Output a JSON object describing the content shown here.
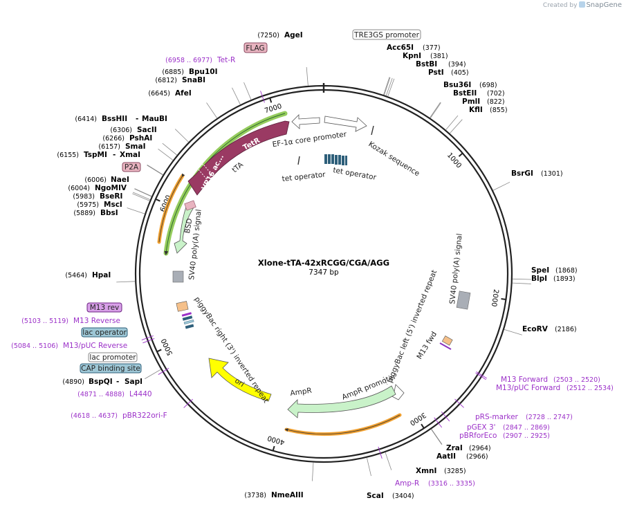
{
  "app": {
    "created_by": "Created by",
    "brand": "SnapGene"
  },
  "plasmid": {
    "name": "Xlone-tTA-42xRCGG/CGA/AGG",
    "length": 7347,
    "length_label": "7347 bp"
  },
  "ticks": [
    {
      "pos": 1000,
      "label": "1000"
    },
    {
      "pos": 2000,
      "label": "2000"
    },
    {
      "pos": 3000,
      "label": "3000"
    },
    {
      "pos": 4000,
      "label": "4000"
    },
    {
      "pos": 5000,
      "label": "5000"
    },
    {
      "pos": 6000,
      "label": "6000"
    },
    {
      "pos": 7000,
      "label": "7000"
    }
  ],
  "sites": [
    {
      "pos": 377,
      "name": "Acc65I",
      "pos_label": "(377)"
    },
    {
      "pos": 381,
      "name": "KpnI",
      "pos_label": "(381)"
    },
    {
      "pos": 394,
      "name": "BstBI",
      "pos_label": "(394)"
    },
    {
      "pos": 405,
      "name": "PstI",
      "pos_label": "(405)"
    },
    {
      "pos": 698,
      "name": "Bsu36I",
      "pos_label": "(698)"
    },
    {
      "pos": 702,
      "name": "BstEII",
      "pos_label": "(702)"
    },
    {
      "pos": 822,
      "name": "PmlI",
      "pos_label": "(822)"
    },
    {
      "pos": 855,
      "name": "KflI",
      "pos_label": "(855)"
    },
    {
      "pos": 1301,
      "name": "BsrGI",
      "pos_label": "(1301)"
    },
    {
      "pos": 1868,
      "name": "SpeI",
      "pos_label": "(1868)"
    },
    {
      "pos": 1893,
      "name": "BlpI",
      "pos_label": "(1893)"
    },
    {
      "pos": 2186,
      "name": "EcoRV",
      "pos_label": "(2186)"
    },
    {
      "pos": 2964,
      "name": "ZraI",
      "pos_label": "(2964)"
    },
    {
      "pos": 2966,
      "name": "AatII",
      "pos_label": "(2966)"
    },
    {
      "pos": 3285,
      "name": "XmnI",
      "pos_label": "(3285)"
    },
    {
      "pos": 3404,
      "name": "ScaI",
      "pos_label": "(3404)"
    },
    {
      "pos": 3738,
      "name": "NmeAIII",
      "pos_label": "(3738)"
    },
    {
      "pos": 4890,
      "name": "BspQI",
      "extra": "SapI",
      "pos_label": "(4890)"
    },
    {
      "pos": 5464,
      "name": "HpaI",
      "pos_label": "(5464)"
    },
    {
      "pos": 5889,
      "name": "BbsI",
      "pos_label": "(5889)"
    },
    {
      "pos": 5975,
      "name": "MscI",
      "pos_label": "(5975)"
    },
    {
      "pos": 5983,
      "name": "BseRI",
      "pos_label": "(5983)"
    },
    {
      "pos": 6004,
      "name": "NgoMIV",
      "pos_label": "(6004)"
    },
    {
      "pos": 6006,
      "name": "NaeI",
      "pos_label": "(6006)"
    },
    {
      "pos": 6155,
      "name": "TspMI",
      "extra": "XmaI",
      "pos_label": "(6155)"
    },
    {
      "pos": 6157,
      "name": "SmaI",
      "pos_label": "(6157)"
    },
    {
      "pos": 6266,
      "name": "PshAI",
      "pos_label": "(6266)"
    },
    {
      "pos": 6306,
      "name": "SacII",
      "pos_label": "(6306)"
    },
    {
      "pos": 6414,
      "name": "BssHII",
      "extra": "MauBI",
      "pos_label": "(6414)"
    },
    {
      "pos": 6645,
      "name": "AfeI",
      "pos_label": "(6645)"
    },
    {
      "pos": 6812,
      "name": "SnaBI",
      "pos_label": "(6812)"
    },
    {
      "pos": 6885,
      "name": "Bpu10I",
      "pos_label": "(6885)"
    },
    {
      "pos": 7250,
      "name": "AgeI",
      "pos_label": "(7250)"
    }
  ],
  "primers": [
    {
      "pos": 2503,
      "name": "M13 Forward",
      "range": "(2503 .. 2520)"
    },
    {
      "pos": 2512,
      "name": "M13/pUC Forward",
      "range": "(2512 .. 2534)"
    },
    {
      "pos": 2728,
      "name": "pRS-marker",
      "range": "(2728 .. 2747)"
    },
    {
      "pos": 2847,
      "name": "pGEX 3'",
      "range": "(2847 .. 2869)"
    },
    {
      "pos": 2907,
      "name": "pBRforEco",
      "range": "(2907 .. 2925)"
    },
    {
      "pos": 3316,
      "name": "Amp-R",
      "range": "(3316 .. 3335)"
    },
    {
      "pos": 4618,
      "name": "pBR322ori-F",
      "range": "(4618 .. 4637)"
    },
    {
      "pos": 4871,
      "name": "L4440",
      "range": "(4871 .. 4888)"
    },
    {
      "pos": 5084,
      "name": "M13/pUC Reverse",
      "range": "(5084 .. 5106)"
    },
    {
      "pos": 5103,
      "name": "M13 Reverse",
      "range": "(5103 .. 5119)"
    },
    {
      "pos": 6958,
      "name": "Tet-R",
      "range": "(6958 .. 6977)"
    }
  ],
  "boxed_labels": [
    {
      "text": "TRE3GS promoter",
      "style": "white"
    },
    {
      "text": "FLAG",
      "style": "pink"
    },
    {
      "text": "P2A",
      "style": "pink"
    },
    {
      "text": "M13 rev",
      "style": "purple"
    },
    {
      "text": "lac operator",
      "style": "teal"
    },
    {
      "text": "lac promoter",
      "style": "white"
    },
    {
      "text": "CAP binding site",
      "style": "teal"
    }
  ],
  "inner_labels": {
    "ef1a": "EF-1α core promoter",
    "kozak": "Kozak sequence",
    "tet1": "tet operator",
    "tet2": "tet operator",
    "tetr": "TetR",
    "vp16": "VP16 ac...",
    "tta": "tTA",
    "bsd": "BSD",
    "sv40_left": "SV40 poly(A) signal",
    "sv40_right": "SV40 poly(A) signal",
    "pb_left": "piggyBac left (5') inverted repeat",
    "m13fwd": "M13 fwd",
    "pb_right": "piggyBac right (3') inverted repeat",
    "ori": "ori",
    "ampr_prom": "AmpR promoter",
    "ampr": "AmpR"
  },
  "colors": {
    "backbone": "#222222",
    "tetr": "#9a3a63",
    "bsd_fill": "#c9f2c9",
    "ampr_fill": "#c9f2c9",
    "ori_fill": "#ffff00",
    "orange": "#f0a030",
    "green_band": "#82c341",
    "primer": "#9b30c8",
    "sv40_box": "#a9aeb6",
    "pink_box": "#e8b4c0",
    "teal_box": "#9ec7d6",
    "purple_box": "#d8a0e8"
  }
}
